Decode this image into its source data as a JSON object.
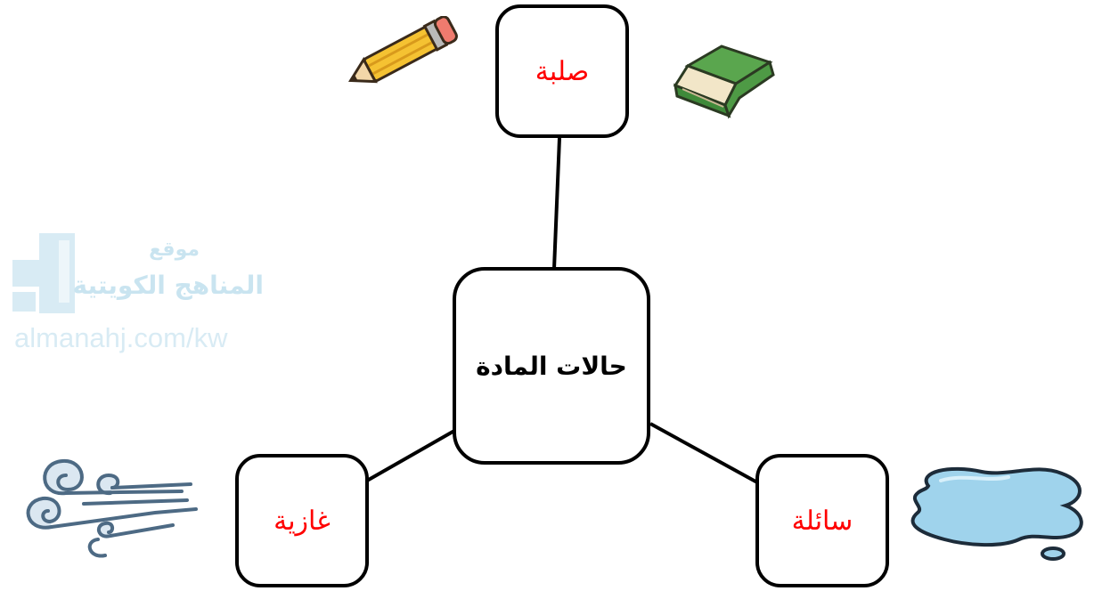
{
  "diagram": {
    "center": {
      "label": "حالات المادة"
    },
    "states": [
      {
        "id": "solid",
        "label": "صلبة",
        "color": "#ff0000"
      },
      {
        "id": "liquid",
        "label": "سائلة",
        "color": "#ff0000"
      },
      {
        "id": "gas",
        "label": "غازية",
        "color": "#ff0000"
      }
    ],
    "icons": {
      "solid": [
        "pencil-icon",
        "book-icon"
      ],
      "liquid": [
        "puddle-icon"
      ],
      "gas": [
        "wind-icon"
      ]
    }
  },
  "watermark": {
    "line1": "موقع",
    "line2": "المناهج الكويتية",
    "url": "almanahj.com/kw",
    "color": "#9ecfe4"
  }
}
